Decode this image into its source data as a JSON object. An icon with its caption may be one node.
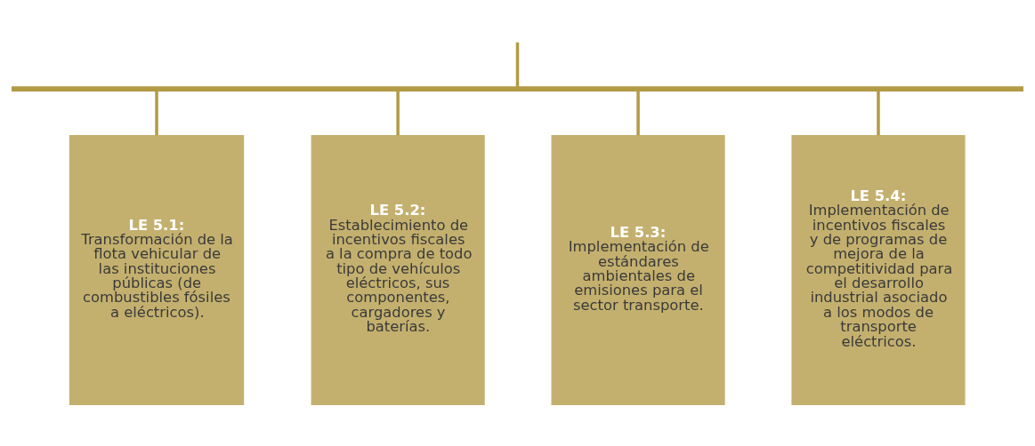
{
  "diagram": {
    "nodes": [
      {
        "text": [],
        "shape": "bar"
      },
      {
        "text": [
          "LE 5.1:",
          "Transformación de la flota vehicular de las instituciones públicas (de combustibles fósiles a eléctricos)."
        ]
      },
      {
        "text": [
          "LE 5.2:",
          "Establecimiento de incentivos fiscales a la compra de todo tipo de vehículos eléctricos, sus componentes, cargadores y baterías."
        ]
      },
      {
        "text": [
          "LE 5.3:",
          "Implementación de estándares ambientales de emisiones para el sector transporte."
        ]
      },
      {
        "text": [
          "LE 5.4:",
          "Implementación de incentivos fiscales y de programas de mejora de la competitividad para el desarrollo industrial asociado a los modos de transporte eléctricos."
        ]
      }
    ],
    "edges": [
      {
        "from": null,
        "to": 0,
        "arrow": "none"
      },
      {
        "from": 0,
        "to": 1,
        "arrow": "none"
      },
      {
        "from": 0,
        "to": 2,
        "arrow": "none"
      },
      {
        "from": 0,
        "to": 3,
        "arrow": "none"
      },
      {
        "from": 0,
        "to": 4,
        "arrow": "none"
      }
    ]
  }
}
